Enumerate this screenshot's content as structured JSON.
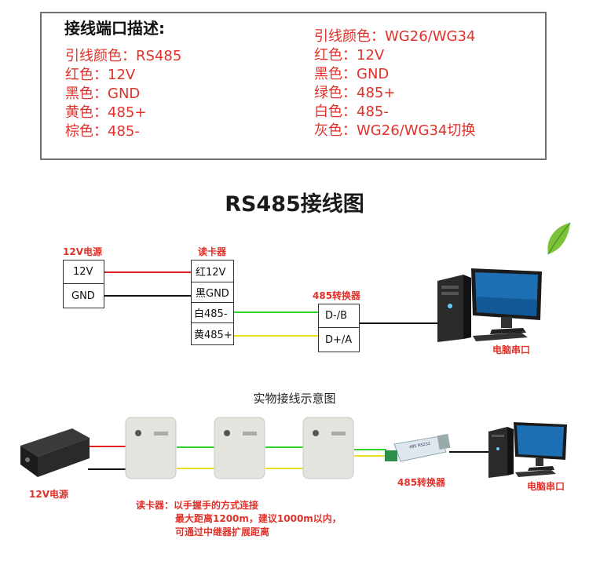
{
  "desc": {
    "title": "接线端口描述:",
    "left_lines": [
      "引线颜色：RS485",
      "红色：12V",
      "黑色：GND",
      "黄色：485+",
      "棕色：485-"
    ],
    "right_lines": [
      "引线颜色：WG26/WG34",
      "红色：12V",
      "黑色：GND",
      "绿色：485+",
      "白色：485-",
      "灰色：WG26/WG34切换"
    ]
  },
  "diagram": {
    "title": "RS485接线图",
    "power_label": "12V电源",
    "power_rows": [
      "12V",
      "GND"
    ],
    "reader_label": "读卡器",
    "reader_rows": [
      "红12V",
      "黑GND",
      "白485-",
      "黄485+"
    ],
    "converter_label": "485转换器",
    "converter_rows": [
      "D-/B",
      "D+/A"
    ],
    "pc_label": "电脑串口"
  },
  "photo": {
    "title": "实物接线示意图",
    "power_label": "12V电源",
    "converter_label": "485转换器",
    "pc_label": "电脑串口",
    "converter_text": "485 RS232",
    "reader_note": "读卡器：以手握手的方式连接",
    "reader_note_2": "最大距离1200m，建议1000m以内，",
    "reader_note_3": "可通过中继器扩展距离"
  },
  "colors": {
    "red_text": "#e0312a",
    "wire_red": "#e02020",
    "wire_black": "#111111",
    "wire_green": "#2fd12f",
    "wire_yellow": "#e8e020"
  }
}
